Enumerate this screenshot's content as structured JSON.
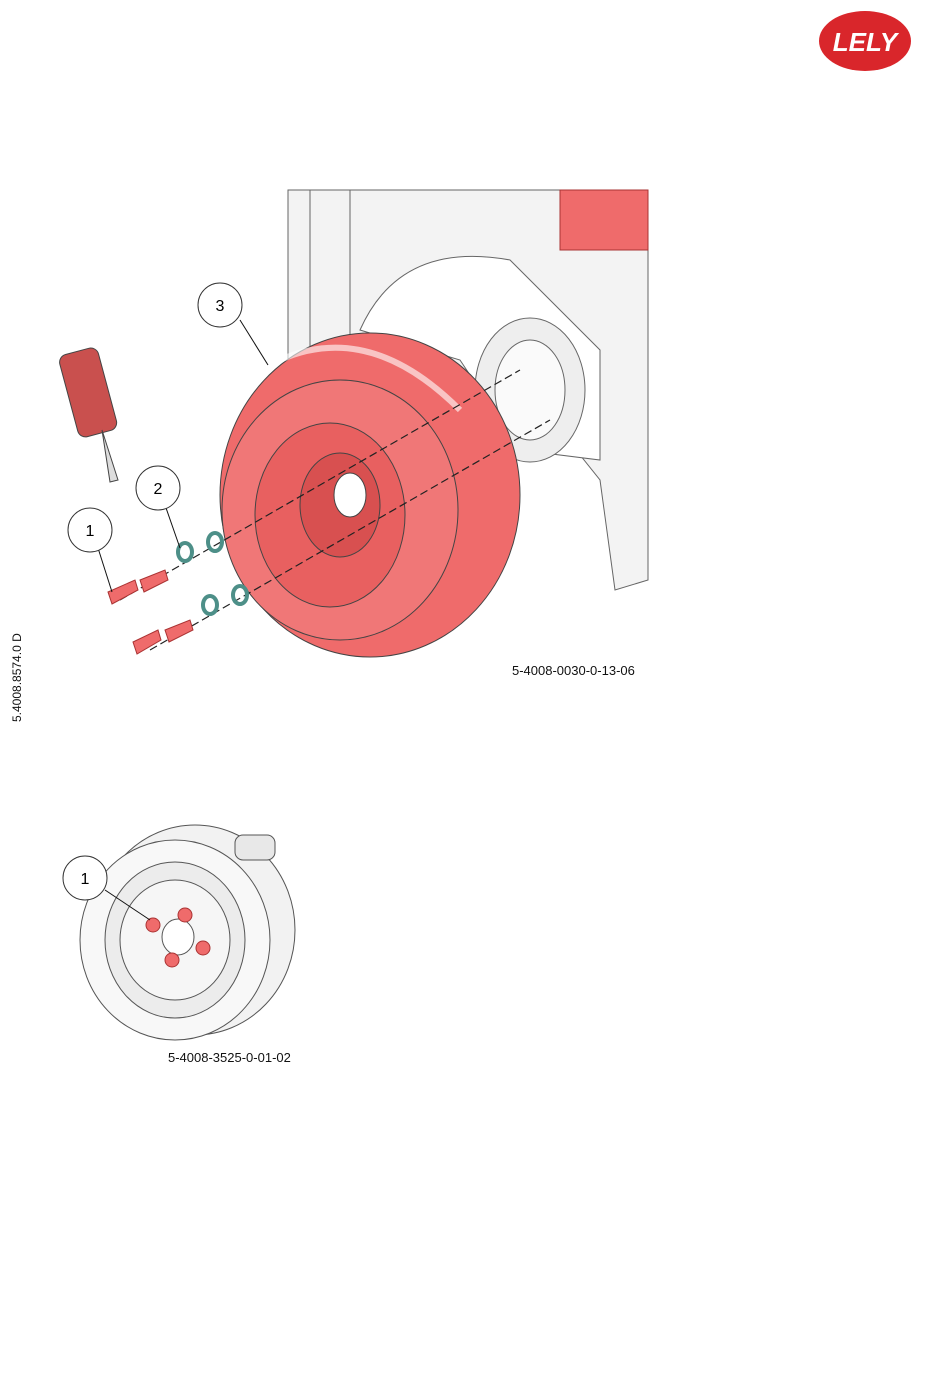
{
  "brand": {
    "logo_text": "LELY",
    "color": "#d9262b"
  },
  "document_code": "5.4008.8574.0 D",
  "figures": [
    {
      "id": "top",
      "caption": "5-4008-0030-0-13-06",
      "callouts": [
        "1",
        "2",
        "3"
      ]
    },
    {
      "id": "bottom",
      "caption": "5-4008-3525-0-01-02",
      "callouts": [
        "1"
      ]
    }
  ],
  "colors": {
    "part_highlight": "#ef6b6b",
    "washer": "#7fb8b2",
    "outline": "#444444",
    "frame": "#f2f2f2"
  }
}
